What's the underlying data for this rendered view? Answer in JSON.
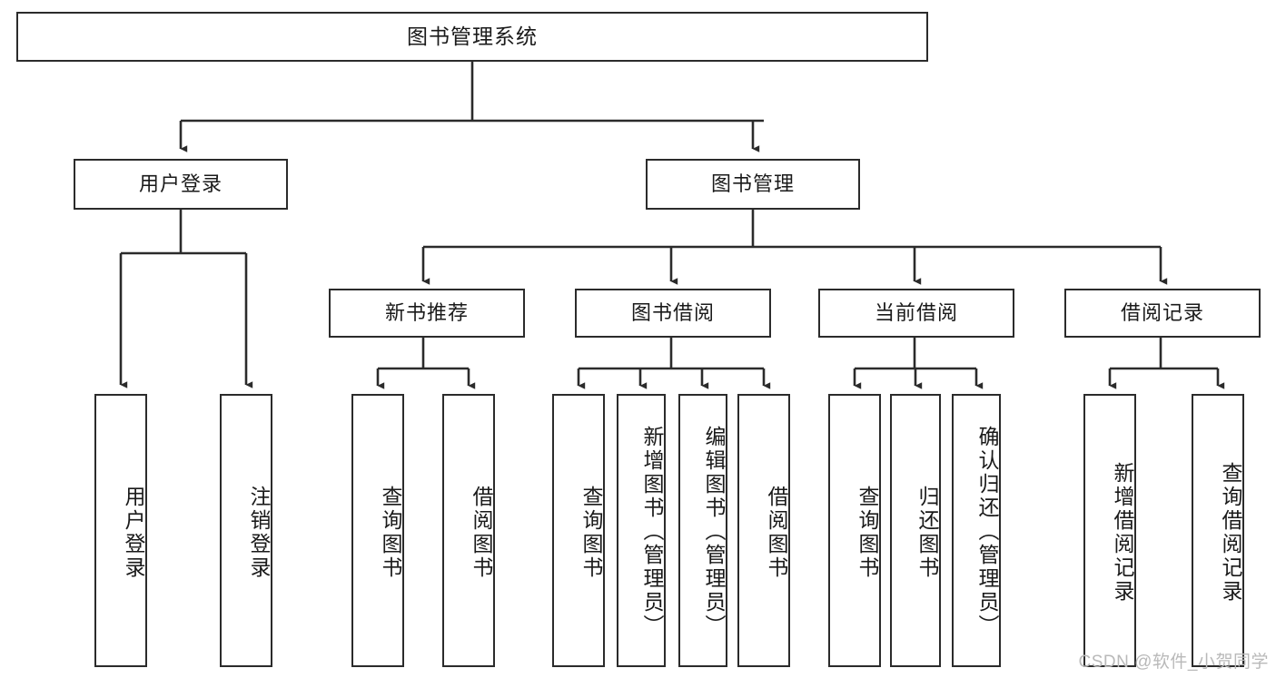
{
  "diagram": {
    "title": "图书管理系统",
    "type": "tree-hierarchy",
    "watermark": "CSDN @软件_小贺同学",
    "colors": {
      "box_border": "#2b2b2b",
      "box_fill": "#ffffff",
      "edge": "#2b2b2b",
      "text": "#1a1a1a",
      "watermark": "#b9b9b9"
    },
    "nodes": {
      "root": {
        "label": "图书管理系统"
      },
      "level1": [
        {
          "id": "user-login",
          "label": "用户登录"
        },
        {
          "id": "book-manage",
          "label": "图书管理"
        }
      ],
      "level2": [
        {
          "id": "new-book-recommend",
          "label": "新书推荐"
        },
        {
          "id": "book-borrow",
          "label": "图书借阅"
        },
        {
          "id": "current-borrow",
          "label": "当前借阅"
        },
        {
          "id": "borrow-record",
          "label": "借阅记录"
        }
      ],
      "leaves": {
        "user_login": [
          {
            "id": "leaf-user-login",
            "label": "用户登录"
          },
          {
            "id": "leaf-logout-login",
            "label": "注销登录"
          }
        ],
        "new_book_recommend": [
          {
            "id": "leaf-query-book-1",
            "label": "查询图书"
          },
          {
            "id": "leaf-borrow-book-1",
            "label": "借阅图书"
          }
        ],
        "book_borrow": [
          {
            "id": "leaf-query-book-2",
            "label": "查询图书"
          },
          {
            "id": "leaf-add-book",
            "label": "新增图书（管理员）"
          },
          {
            "id": "leaf-edit-book",
            "label": "编辑图书（管理员）"
          },
          {
            "id": "leaf-borrow-book-2",
            "label": "借阅图书"
          }
        ],
        "current_borrow": [
          {
            "id": "leaf-query-book-3",
            "label": "查询图书"
          },
          {
            "id": "leaf-return-book",
            "label": "归还图书"
          },
          {
            "id": "leaf-confirm-return",
            "label": "确认归还（管理员）"
          }
        ],
        "borrow_record": [
          {
            "id": "leaf-add-record",
            "label": "新增借阅记录"
          },
          {
            "id": "leaf-query-record",
            "label": "查询借阅记录"
          }
        ]
      }
    }
  }
}
